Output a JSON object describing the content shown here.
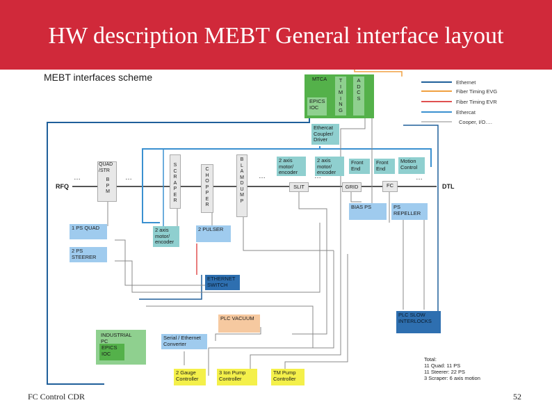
{
  "slide": {
    "title": "HW description MEBT General interface layout",
    "footer_left": "FC Control CDR",
    "page_number": "52"
  },
  "scheme": {
    "title": "MEBT interfaces scheme",
    "rfq": "RFQ",
    "dtl": "DTL",
    "ellipsis": "…",
    "boxes": {
      "mtca": "MTCA",
      "epics_ioc": "EPICS IOC",
      "timing": "T I M I N G",
      "adcs": "A D C S",
      "ethercat_coupler": "Ethercat Coupler/ Driver",
      "encoder_1": "2 axis motor/ encoder",
      "encoder_2": "2 axis motor/ encoder",
      "front_end_1": "Front End",
      "front_end_2": "Front End",
      "motion_control": "Motion Control",
      "quad_str": "QUAD /STR",
      "bpm": "B P M",
      "scraper": "S C R A P E R",
      "chopper": "C H O P P E R",
      "blam_dump": "B L A M D U M P",
      "slit": "SLIT",
      "grid": "GRID",
      "fc": "FC",
      "bias_ps": "BIAS PS",
      "ps_repeller": "PS REPELLER",
      "ps_quad": "1 PS QUAD",
      "ps_steerer": "2 PS STEERER",
      "encoder_3": "2 axis motor/ encoder",
      "pulser": "2 PULSER",
      "ethernet_switch": "ETHERNET SWITCH",
      "plc_slow": "PLC SLOW INTERLOCKS",
      "plc_vacuum": "PLC VACUUM",
      "industrial_pc": "INDUSTRIAL PC",
      "industrial_epics": "EPICS IOC",
      "serial_converter": "Serial / Ethernet Converter",
      "gauge_controller": "2 Gauge Controller",
      "ion_pump_controller": "3 Ion Pump Controller",
      "tm_pump_controller": "TM Pump Controller"
    },
    "legend": [
      {
        "label": "Ethernet",
        "color": "#1f5f9a"
      },
      {
        "label": "Fiber Timing EVG",
        "color": "#f0a040"
      },
      {
        "label": "Fiber Timing EVR",
        "color": "#e05050"
      },
      {
        "label": "Ethercat",
        "color": "#3a90d0"
      },
      {
        "label": "Cooper, I/O….",
        "color": "#888888"
      }
    ],
    "totals": [
      "Total:",
      "11 Quad: 11 PS",
      "11 Steerer: 22 PS",
      "3 Scraper: 6 axis motion"
    ]
  },
  "colors": {
    "header": "#d0293a",
    "ethernet": "#1f5f9a",
    "ethercat": "#3a90d0",
    "cooper": "#888888",
    "teal": "#8fcfcf",
    "light_blue": "#9fcbee",
    "green": "#54b14a",
    "light_green": "#8fd08f",
    "yellow": "#f4f04a",
    "orange": "#f6c9a0",
    "dark_blue": "#2e6fb0"
  }
}
